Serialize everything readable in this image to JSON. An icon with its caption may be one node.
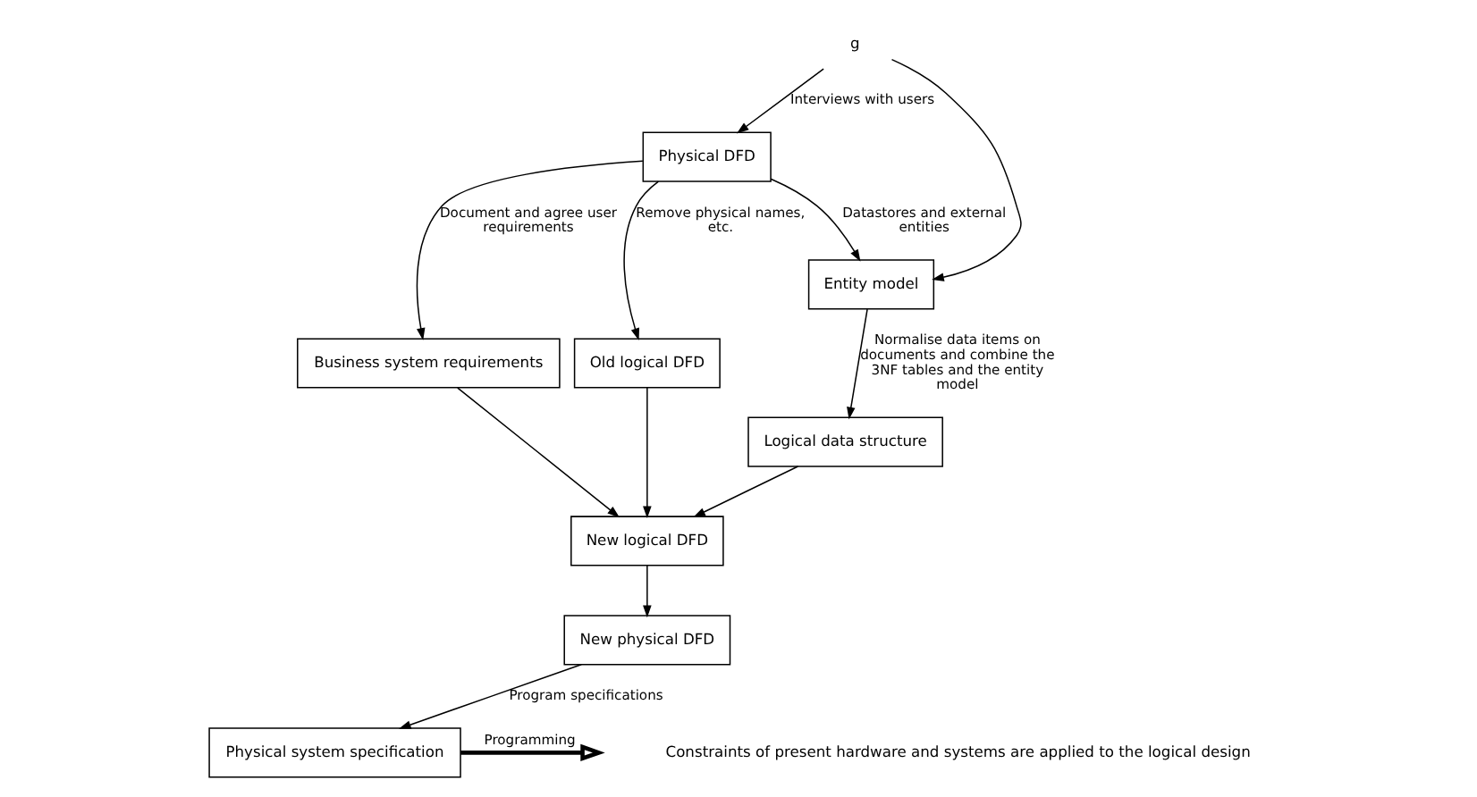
{
  "diagram": {
    "nodes": [
      {
        "text": [
          "g"
        ]
      },
      {
        "text": [
          "Physical DFD"
        ]
      },
      {
        "text": [
          "Entity model"
        ]
      },
      {
        "text": [
          "Business system requirements"
        ]
      },
      {
        "text": [
          "Old logical DFD"
        ]
      },
      {
        "text": [
          "Physical system specification"
        ]
      },
      {
        "text": [
          "New logical DFD"
        ]
      },
      {
        "text": [
          "Logical data structure"
        ]
      },
      {
        "text": [
          "New physical DFD"
        ]
      }
    ],
    "edges": [
      {
        "from": 0,
        "to": 1,
        "arrow": "to",
        "label": "Interviews with users"
      },
      {
        "from": 0,
        "to": 2,
        "arrow": "to"
      },
      {
        "from": 1,
        "to": 2,
        "arrow": "to",
        "label": "Datastores and external entities"
      },
      {
        "from": 1,
        "to": 3,
        "arrow": "to",
        "label": "Document and agree user requirements"
      },
      {
        "from": 1,
        "to": 4,
        "arrow": "to",
        "label": "Remove physical names, etc."
      },
      {
        "from": 2,
        "to": 7,
        "arrow": "to",
        "label": "Normalise data items on documents and combine the 3NF tables and the entity model"
      },
      {
        "from": 4,
        "to": 6,
        "arrow": "to"
      },
      {
        "from": 3,
        "to": 6,
        "arrow": "to"
      },
      {
        "from": 7,
        "to": 6,
        "arrow": "to"
      },
      {
        "from": 6,
        "to": 8,
        "arrow": "to"
      },
      {
        "from": 8,
        "to": 5,
        "arrow": "to",
        "label": "Program specifications"
      },
      {
        "from": 5,
        "to": null,
        "arrow": "to",
        "label": "Programming",
        "style": "thick"
      }
    ],
    "labels": [
      "Constraints of present hardware and systems are applied to the logical design"
    ]
  }
}
